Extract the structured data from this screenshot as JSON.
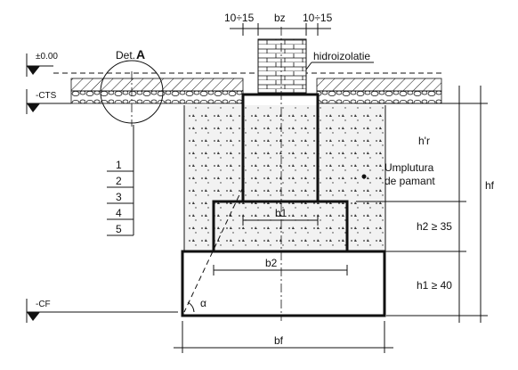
{
  "labels": {
    "det": "Det.",
    "det_letter": "A",
    "dim_left": "10÷15",
    "dim_bz": "bz",
    "dim_right": "10÷15",
    "hidroizolatie": "hidroizolatie",
    "level_zero": "±0.00",
    "level_cts": "-CTS",
    "level_cf": "-CF",
    "h_r": "h'r",
    "umplutura_1": "Umplutura",
    "umplutura_2": "de pamant",
    "h_f": "hf",
    "h_2": "h2 ≥ 35",
    "h_1": "h1 ≥ 40",
    "b_1": "b1",
    "b_2": "b2",
    "b_f": "bf",
    "alpha": "α"
  },
  "layers": [
    "1",
    "2",
    "3",
    "4",
    "5"
  ],
  "colors": {
    "ink": "#111111",
    "paper": "#ffffff",
    "fill_gray": "#e9e9e9"
  }
}
